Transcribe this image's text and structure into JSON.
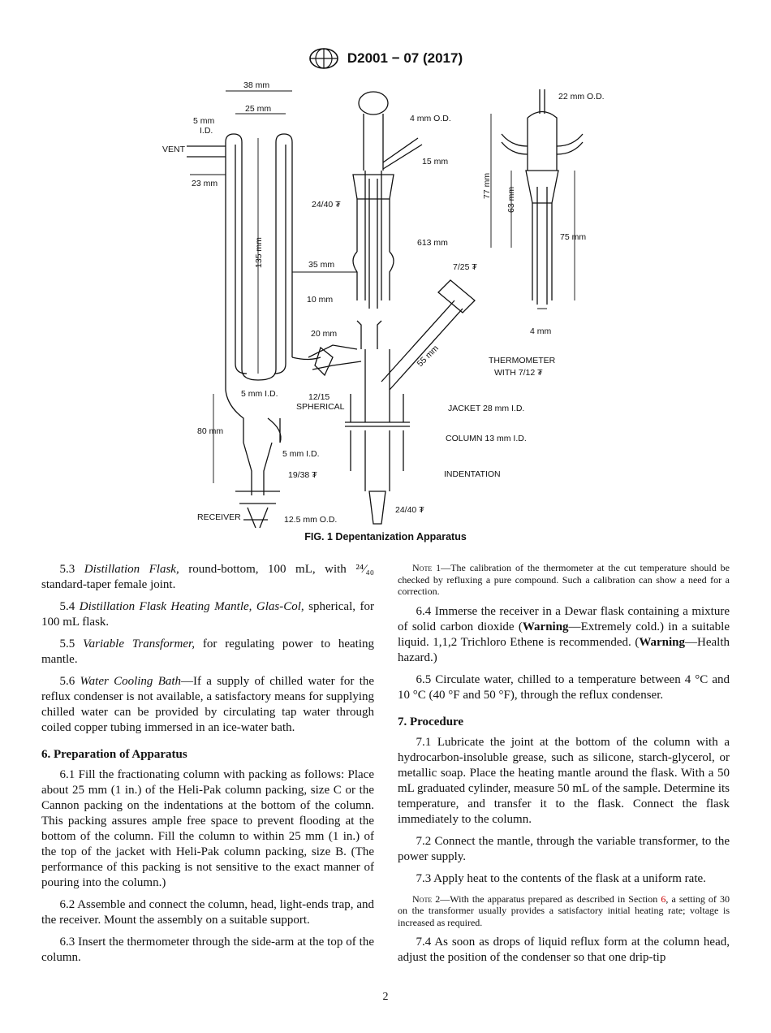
{
  "header": {
    "code": "D2001 − 07 (2017)"
  },
  "figure": {
    "caption": "FIG. 1 Depentanization Apparatus",
    "labels": {
      "l38mm": "38 mm",
      "l25mm": "25 mm",
      "l5mm": "5 mm",
      "lid": "I.D.",
      "vent": "VENT",
      "l23mm": "23 mm",
      "l135mm": "135 mm",
      "l35mm": "35 mm",
      "l10mm": "10 mm",
      "l20mm": "20 mm",
      "l5mmid": "5 mm I.D.",
      "l1215": "12/15",
      "spherical": "SPHERICAL",
      "l80mm": "80 mm",
      "l5mmid2": "5 mm I.D.",
      "l1938": "19/38 ₮",
      "receiver": "RECEIVER",
      "l125od": "12.5 mm O.D.",
      "l4od": "4 mm O.D.",
      "l15mm": "15 mm",
      "l2440a": "24/40 ₮",
      "l613": "613 mm",
      "l725": "7/25 ₮",
      "l55mm": "55 mm",
      "thermo1": "THERMOMETER",
      "thermo2": "WITH 7/12 ₮",
      "jacket": "JACKET 28 mm I.D.",
      "column": "COLUMN 13 mm I.D.",
      "indent": "INDENTATION",
      "l2440b": "24/40 ₮",
      "l22od": "22 mm O.D.",
      "l77": "77 mm",
      "l63": "63 mm",
      "l75": "75 mm",
      "l4mm": "4 mm"
    }
  },
  "left": {
    "p53_num": "5.3",
    "p53_title": "Distillation Flask,",
    "p53_text": " round-bottom, 100 mL, with ²⁴⁄₄₀ standard-taper female joint.",
    "p54_num": "5.4",
    "p54_title": "Distillation Flask Heating Mantle, Glas-Col,",
    "p54_text": " spherical, for 100 mL flask.",
    "p55_num": "5.5",
    "p55_title": "Variable Transformer,",
    "p55_text": " for regulating power to heating mantle.",
    "p56_num": "5.6",
    "p56_title": "Water Cooling Bath",
    "p56_text": "—If a supply of chilled water for the reflux condenser is not available, a satisfactory means for supplying chilled water can be provided by circulating tap water through coiled copper tubing immersed in an ice-water bath.",
    "h6": "6. Preparation of Apparatus",
    "p61": "6.1 Fill the fractionating column with packing as follows: Place about 25 mm (1 in.) of the Heli-Pak column packing, size C or the Cannon packing on the indentations at the bottom of the column. This packing assures ample free space to prevent flooding at the bottom of the column. Fill the column to within 25 mm (1 in.) of the top of the jacket with Heli-Pak column packing, size B. (The performance of this packing is not sensitive to the exact manner of pouring into the column.)",
    "p62": "6.2 Assemble and connect the column, head, light-ends trap, and the receiver. Mount the assembly on a suitable support.",
    "p63": "6.3 Insert the thermometer through the side-arm at the top of the column."
  },
  "right": {
    "note1_label": "Note 1",
    "note1_text": "—The calibration of the thermometer at the cut temperature should be checked by refluxing a pure compound. Such a calibration can show a need for a correction.",
    "p64_a": "6.4 Immerse the receiver in a Dewar flask containing a mixture of solid carbon dioxide (",
    "p64_w1": "Warning",
    "p64_b": "—Extremely cold.) in a suitable liquid. 1,1,2 Trichloro Ethene is recommended. (",
    "p64_w2": "Warning",
    "p64_c": "—Health hazard.)",
    "p65": "6.5 Circulate water, chilled to a temperature between 4 °C and 10 °C (40 °F and 50 °F), through the reflux condenser.",
    "h7": "7. Procedure",
    "p71": "7.1 Lubricate the joint at the bottom of the column with a hydrocarbon-insoluble grease, such as silicone, starch-glycerol, or metallic soap. Place the heating mantle around the flask. With a 50 mL graduated cylinder, measure 50 mL of the sample. Determine its temperature, and transfer it to the flask. Connect the flask immediately to the column.",
    "p72": "7.2 Connect the mantle, through the variable transformer, to the power supply.",
    "p73": "7.3 Apply heat to the contents of the flask at a uniform rate.",
    "note2_label": "Note 2",
    "note2_a": "—With the apparatus prepared as described in Section ",
    "note2_ref": "6",
    "note2_b": ", a setting of 30 on the transformer usually provides a satisfactory initial heating rate; voltage is increased as required.",
    "p74": "7.4 As soon as drops of liquid reflux form at the column head, adjust the position of the condenser so that one drip-tip"
  },
  "footer": {
    "page": "2"
  }
}
